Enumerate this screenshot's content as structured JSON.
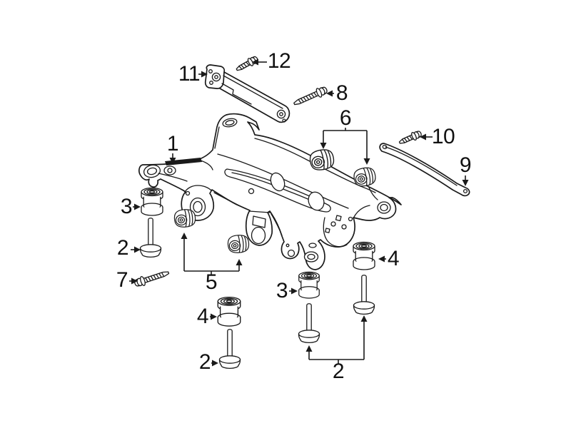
{
  "figure": {
    "background_color": "#ffffff",
    "line_color": "#1a1a1a",
    "description_kind": "exploded-parts-line-diagram"
  },
  "callouts": [
    {
      "id": "1",
      "label": "1"
    },
    {
      "id": "11",
      "label": "11"
    },
    {
      "id": "12",
      "label": "12"
    },
    {
      "id": "8",
      "label": "8"
    },
    {
      "id": "6",
      "label": "6"
    },
    {
      "id": "10",
      "label": "10"
    },
    {
      "id": "9",
      "label": "9"
    },
    {
      "id": "3a",
      "label": "3"
    },
    {
      "id": "2a",
      "label": "2"
    },
    {
      "id": "7",
      "label": "7"
    },
    {
      "id": "5",
      "label": "5"
    },
    {
      "id": "4a",
      "label": "4"
    },
    {
      "id": "2b",
      "label": "2"
    },
    {
      "id": "3b",
      "label": "3"
    },
    {
      "id": "4b",
      "label": "4"
    },
    {
      "id": "2c",
      "label": "2"
    }
  ],
  "parts": [
    {
      "callout": "1",
      "icon": "crossmember-drawing"
    },
    {
      "callout": "2",
      "icon": "mount-pin-drawing"
    },
    {
      "callout": "3",
      "icon": "spool-bushing-drawing"
    },
    {
      "callout": "4",
      "icon": "spool-bushing-drawing"
    },
    {
      "callout": "5",
      "icon": "barrel-bushing-drawing"
    },
    {
      "callout": "6",
      "icon": "barrel-bushing-drawing"
    },
    {
      "callout": "7",
      "icon": "bolt-drawing"
    },
    {
      "callout": "8",
      "icon": "bolt-drawing"
    },
    {
      "callout": "9",
      "icon": "stay-brace-drawing"
    },
    {
      "callout": "10",
      "icon": "bolt-drawing"
    },
    {
      "callout": "11",
      "icon": "stay-bracket-drawing"
    },
    {
      "callout": "12",
      "icon": "bolt-drawing"
    }
  ]
}
